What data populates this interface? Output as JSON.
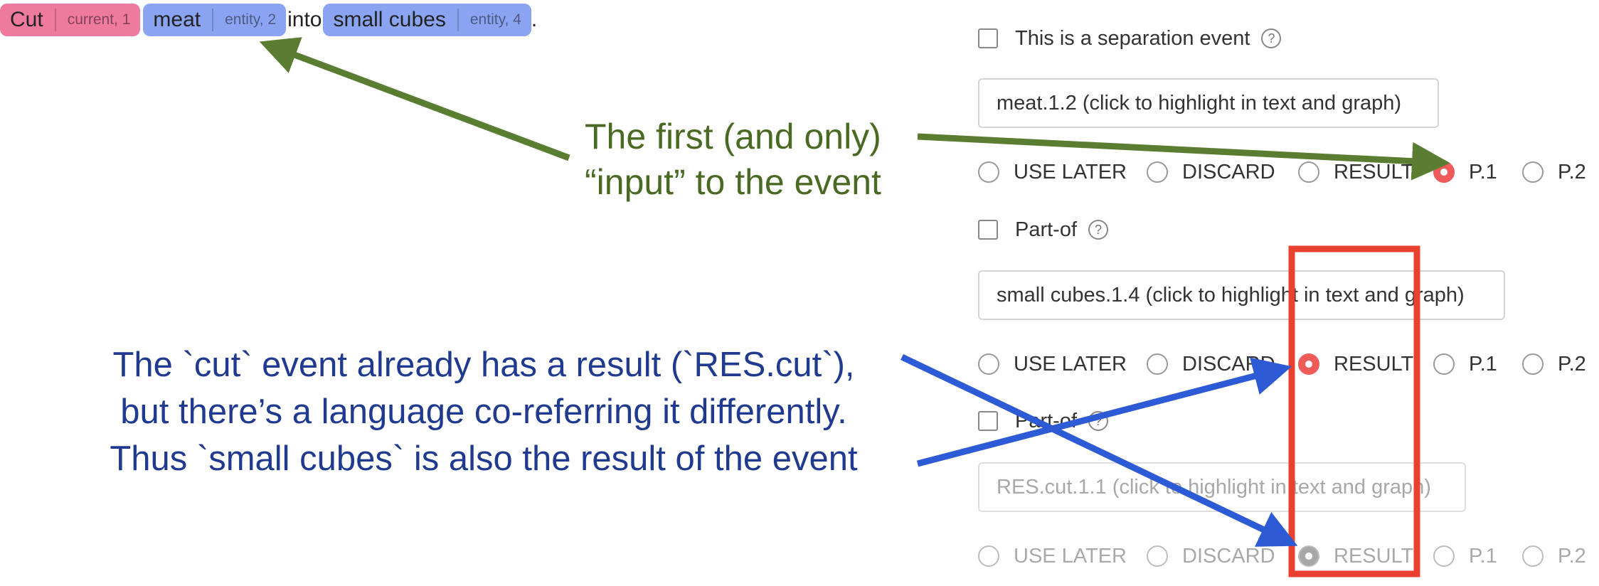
{
  "sentence": {
    "tag_cut": {
      "word": "Cut",
      "meta": "current, 1"
    },
    "tag_meat": {
      "word": "meat",
      "meta": "entity, 2"
    },
    "word_into": "into",
    "tag_cubes": {
      "word": "small cubes",
      "meta": "entity, 4"
    },
    "period": "."
  },
  "form": {
    "separation_label": "This is a separation event",
    "help_glyph": "?",
    "part_of_label": "Part-of",
    "entries": [
      {
        "text": "meat.1.2 (click to highlight in text and graph)",
        "options": [
          "USE LATER",
          "DISCARD",
          "RESULT",
          "P.1",
          "P.2"
        ],
        "selected": "P.1",
        "disabled": false
      },
      {
        "text": "small cubes.1.4 (click to highlight in text and graph)",
        "options": [
          "USE LATER",
          "DISCARD",
          "RESULT",
          "P.1",
          "P.2"
        ],
        "selected": "RESULT",
        "disabled": false
      },
      {
        "text": "RES.cut.1.1 (click to highlight in text and graph)",
        "options": [
          "USE LATER",
          "DISCARD",
          "RESULT",
          "P.1",
          "P.2"
        ],
        "selected": "RESULT",
        "disabled": true
      }
    ]
  },
  "annotations": {
    "green_line1": "The first (and only)",
    "green_line2": "“input” to the event",
    "blue_line1": "The `cut` event already has a result (`RES.cut`),",
    "blue_line2": "but there’s a language co-referring it differently.",
    "blue_line3": "Thus `small cubes` is also the result of the event"
  },
  "colors": {
    "tag_current": "#ee7aa0",
    "tag_entity": "#8aa4f2",
    "radio_selected": "#ef5b5b",
    "green_annotation": "#4a6a24",
    "blue_annotation": "#1f3a8f",
    "highlight_box": "#e8412f",
    "blue_arrow": "#2d5bd6",
    "green_arrow": "#5b7d32"
  }
}
